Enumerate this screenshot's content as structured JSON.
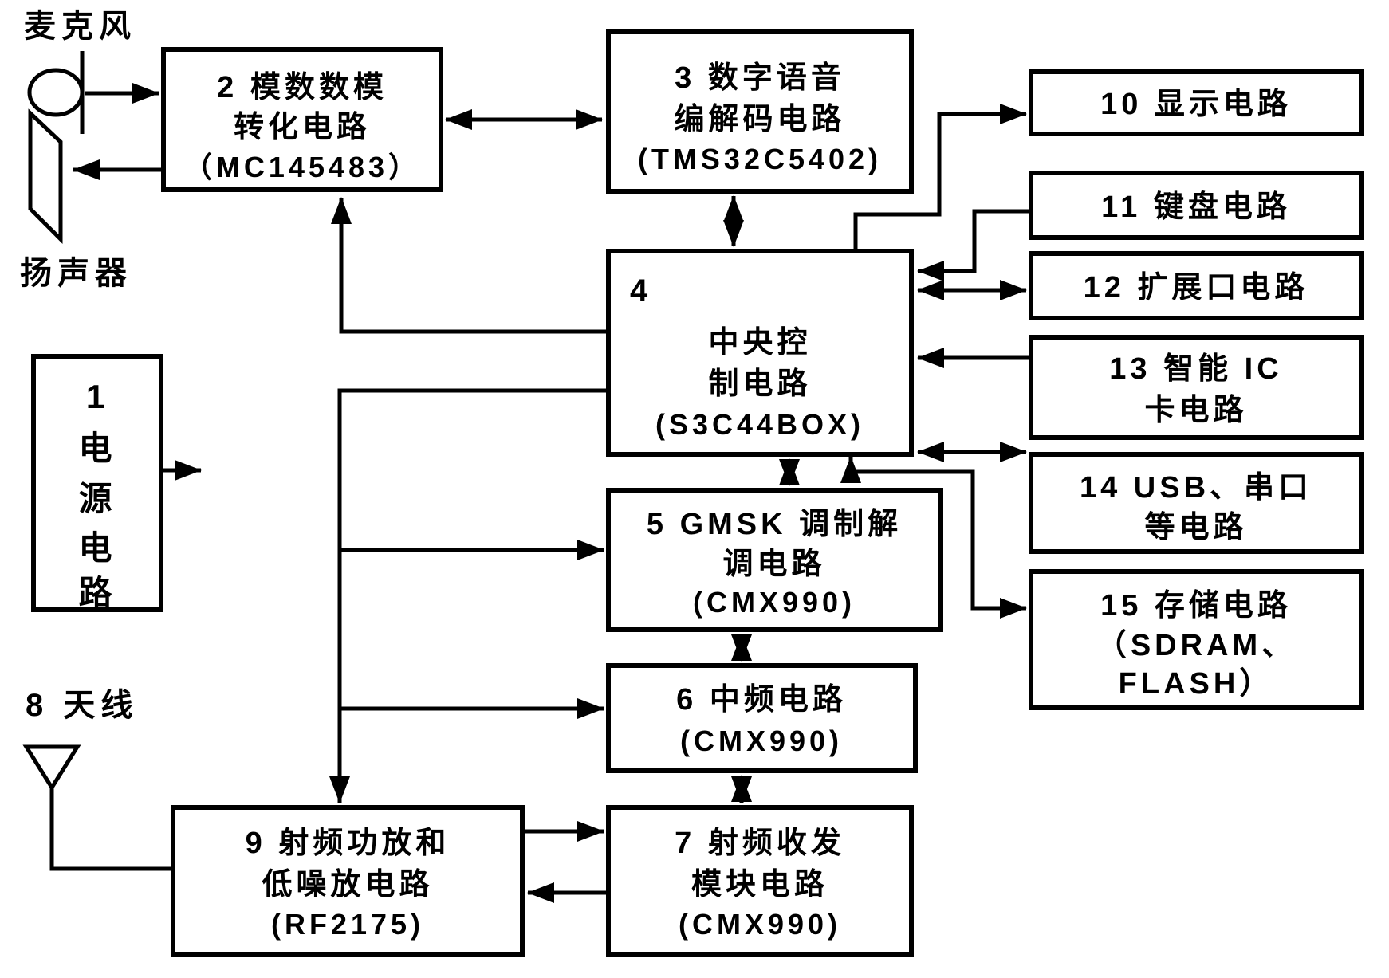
{
  "labels": {
    "microphone": "麦克风",
    "speaker": "扬声器",
    "antenna": "8 天线"
  },
  "blocks": {
    "power": {
      "lines": [
        "1",
        "电",
        "源",
        "电",
        "路"
      ]
    },
    "adc_dac": {
      "lines": [
        "2 模数数模",
        "转化电路",
        "（MC145483）"
      ]
    },
    "voice_codec": {
      "lines": [
        "3  数字语音",
        "编解码电路",
        "(TMS32C5402)"
      ]
    },
    "central_control": {
      "number": "4",
      "lines": [
        "中央控",
        "制电路",
        "(S3C44BOX)"
      ]
    },
    "gmsk_modem": {
      "lines": [
        "5 GMSK 调制解",
        "调电路",
        "(CMX990)"
      ]
    },
    "if_circuit": {
      "lines": [
        "6 中频电路",
        "(CMX990)"
      ]
    },
    "rf_transceiver": {
      "lines": [
        "7 射频收发",
        "模块电路",
        "(CMX990)"
      ]
    },
    "rf_pa_lna": {
      "lines": [
        "9 射频功放和",
        "低噪放电路",
        "(RF2175)"
      ]
    },
    "display": {
      "lines": [
        "10 显示电路"
      ]
    },
    "keyboard": {
      "lines": [
        "11 键盘电路"
      ]
    },
    "expansion_port": {
      "lines": [
        "12 扩展口电路"
      ]
    },
    "smart_ic_card": {
      "lines": [
        "13  智能 IC",
        "卡电路"
      ]
    },
    "usb_serial": {
      "lines": [
        "14 USB、串口",
        "等电路"
      ]
    },
    "memory": {
      "lines": [
        "15 存储电路",
        "（SDRAM、",
        "FLASH）"
      ]
    }
  },
  "colors": {
    "ink": "#000000",
    "paper": "#ffffff"
  }
}
